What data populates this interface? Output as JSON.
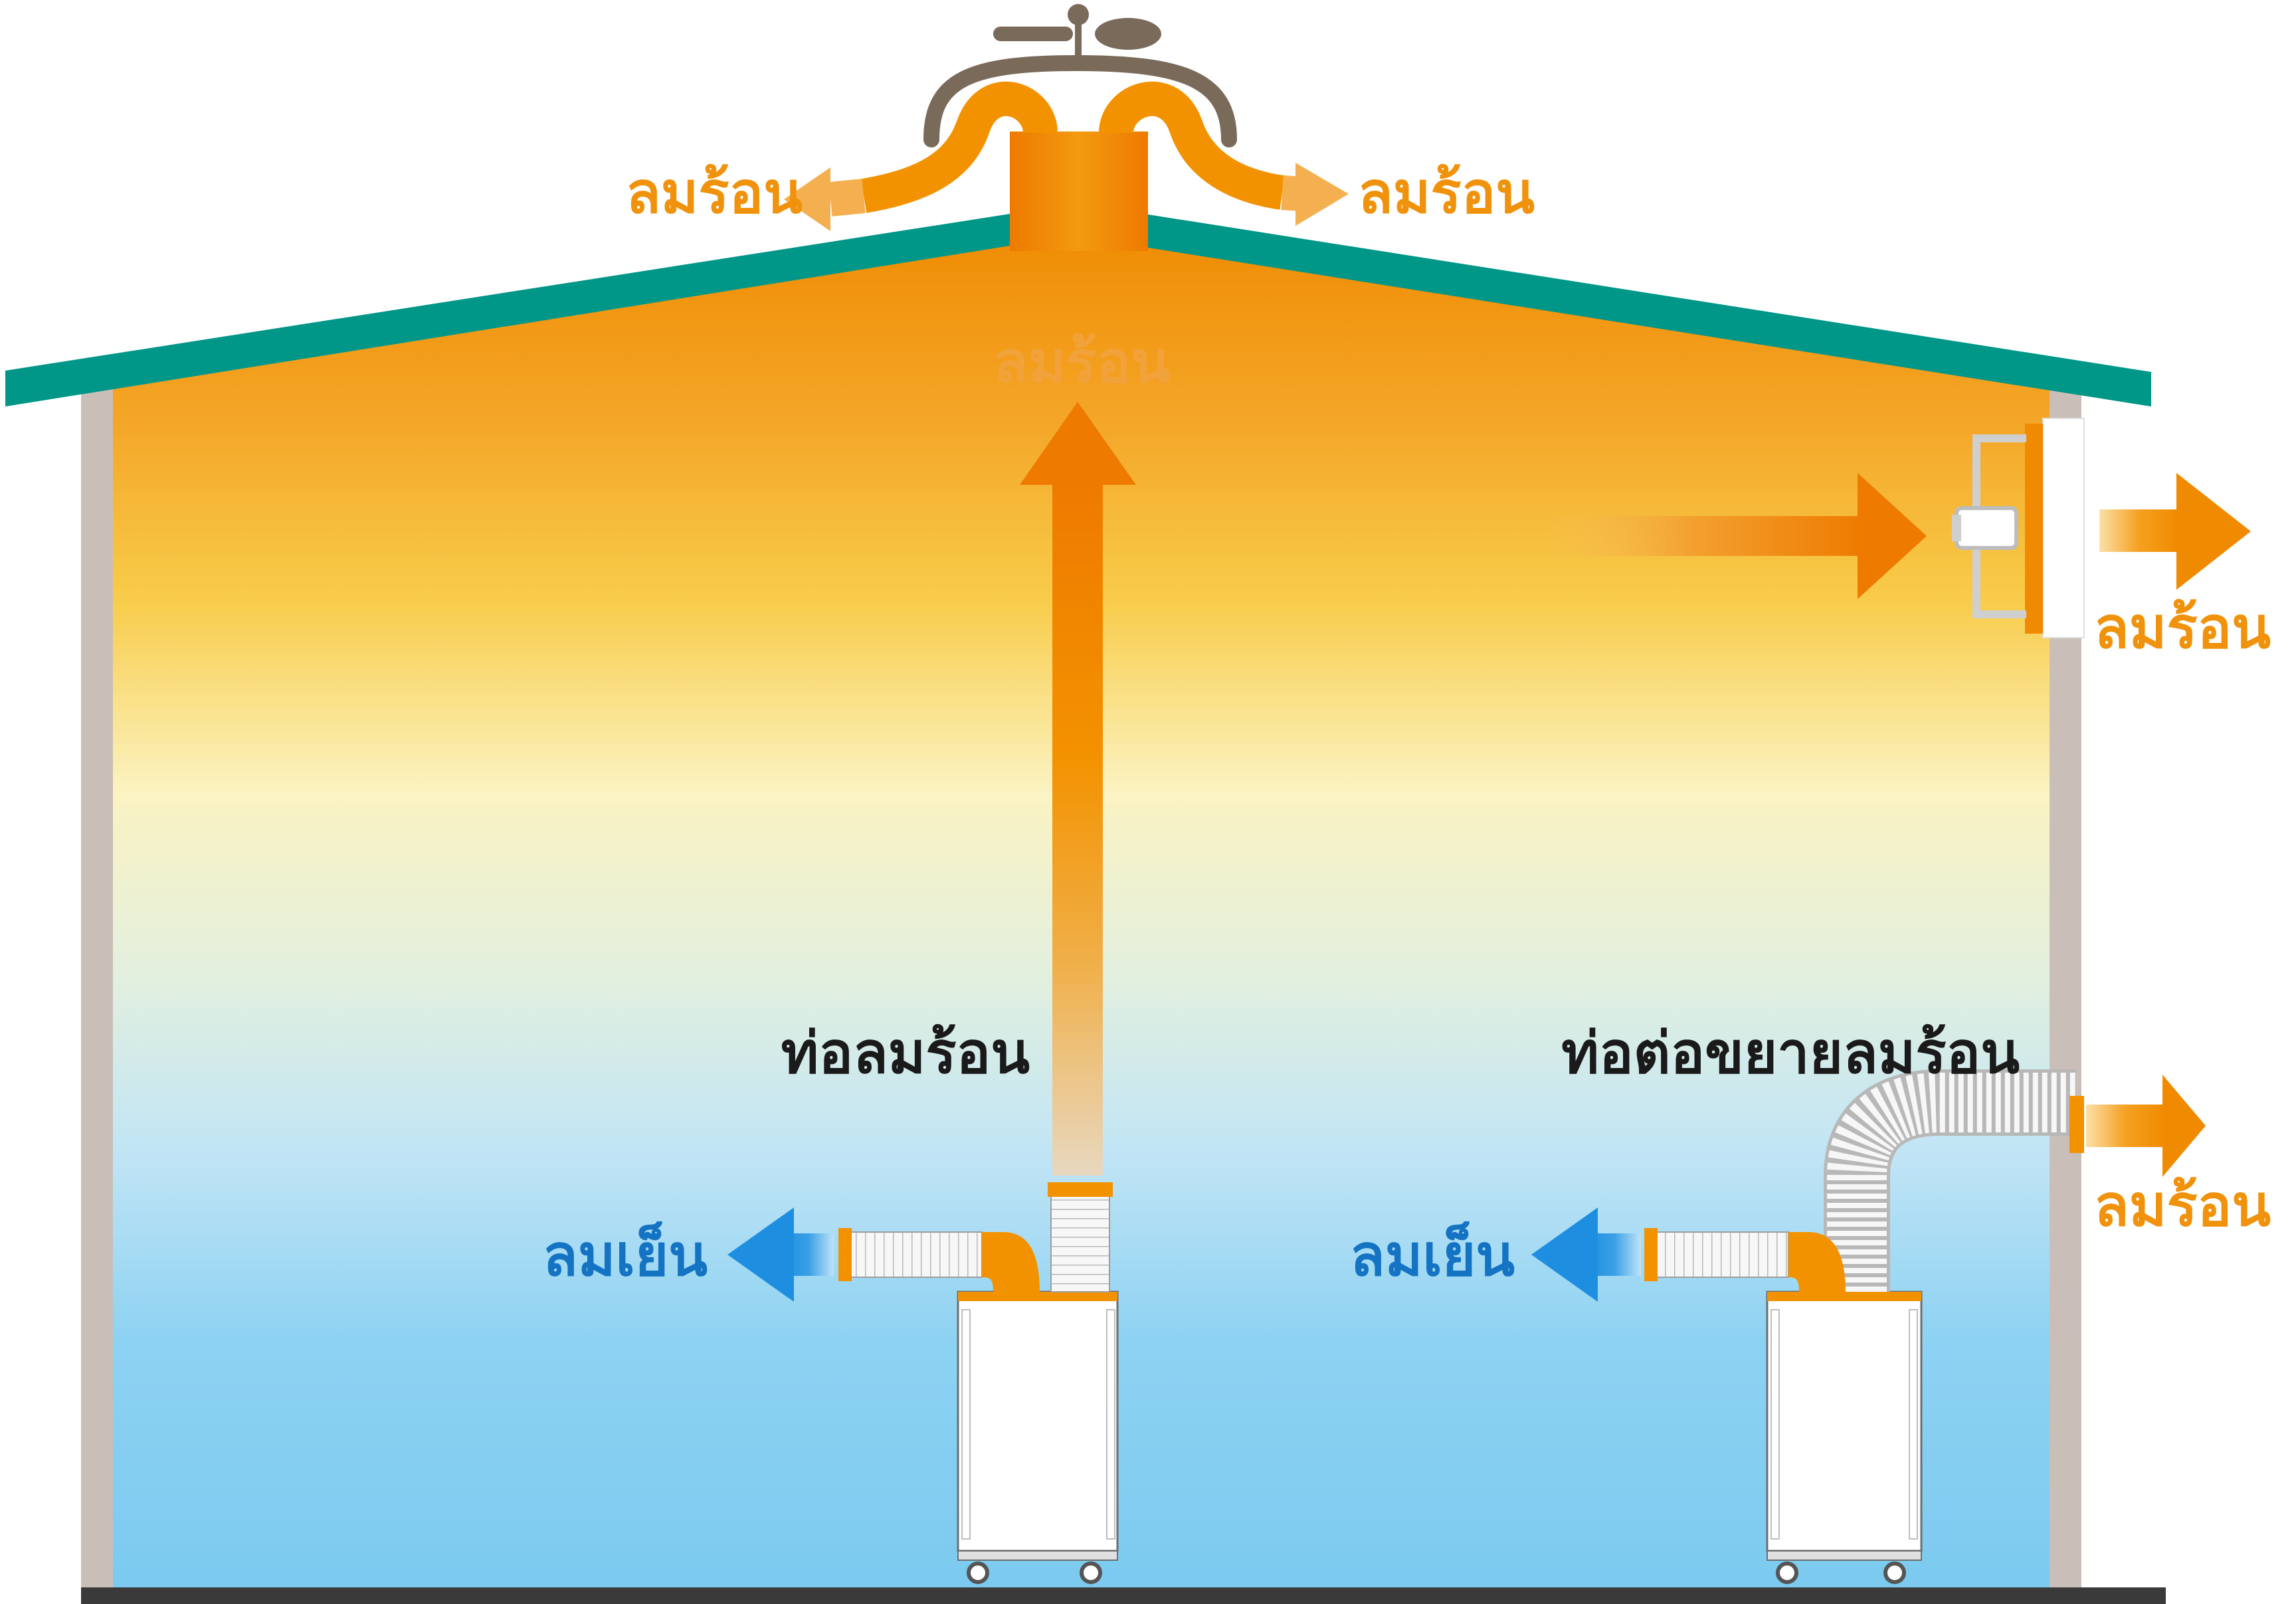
{
  "labels": {
    "hot_air": "ลมร้อน",
    "cool_air": "ลมเย็น",
    "hot_air_duct": "ท่อลมร้อน",
    "hot_air_extension_duct": "ท่อต่อขยายลมร้อน"
  },
  "colors": {
    "hot_text": "#f0920b",
    "hot_text_faded": "#f2a23a",
    "cool_text": "#1473c2",
    "dark_text": "#1a1a1a",
    "roof": "#009688",
    "wall": "#c9bfb8",
    "floor": "#3a3a3a",
    "duct_orange": "#f39200",
    "vent_brown": "#7a6a5a",
    "cool_arrow": "#1e8fe0",
    "hot_arrow": "#f08a00"
  }
}
